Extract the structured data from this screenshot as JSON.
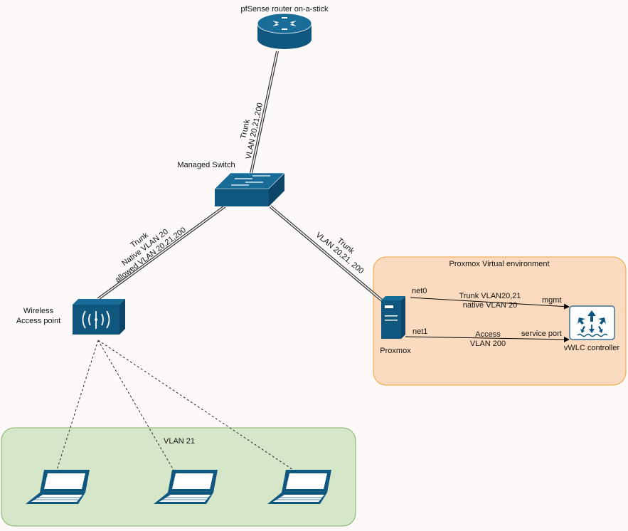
{
  "colors": {
    "device": "#10577f",
    "device_top": "#1a6c98",
    "proxmox_fill": "#fbdbbf",
    "proxmox_stroke": "#f0a13b",
    "vlan_fill": "#d6e6c9",
    "vlan_stroke": "#82b366",
    "background": "#fdf9f9"
  },
  "router": {
    "label": "pfSense router on-a-stick",
    "icon": "router-icon"
  },
  "switch": {
    "label": "Managed Switch",
    "icon": "switch-icon"
  },
  "access_point": {
    "label_line1": "Wireless",
    "label_line2": "Access point",
    "icon": "wireless-access-point-icon"
  },
  "links": {
    "router_switch": {
      "line1": "Trunk",
      "line2": "VLAN 20,21,200"
    },
    "switch_ap": {
      "line1": "Trunk",
      "line2": "Native VLAN 20",
      "line3": "allowed VLAN 20,21,200"
    },
    "switch_proxmox": {
      "line1": "Trunk",
      "line2": "VLAN 20,21, 200"
    }
  },
  "proxmox_env": {
    "title": "Proxmox Virtual environment",
    "server_label": "Proxmox",
    "controller_label": "vWLC controller",
    "net0": "net0",
    "net0_desc_line1": "Trunk VLAN20,21",
    "net0_desc_line2": "native VLAN 20",
    "mgmt": "mgmt",
    "net1": "net1",
    "net1_desc_line1": "Access",
    "net1_desc_line2": "VLAN 200",
    "service_port": "service port"
  },
  "vlan_zone": {
    "title": "VLAN 21",
    "clients": [
      "laptop-icon",
      "laptop-icon",
      "laptop-icon"
    ]
  }
}
